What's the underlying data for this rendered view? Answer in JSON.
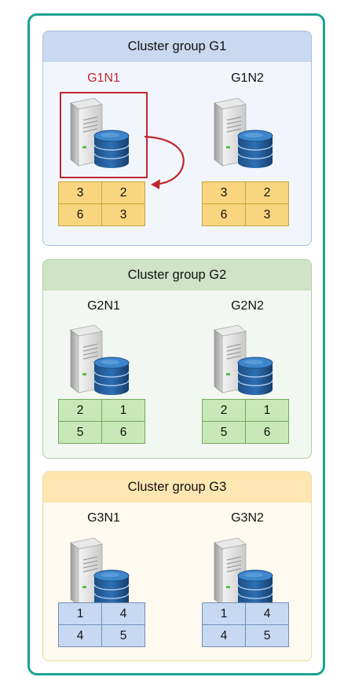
{
  "groups": [
    {
      "title": "Cluster group G1",
      "colors": {
        "header": "#c9d9ef",
        "body": "#f2f6fc",
        "border": "#a7bfe0",
        "cell": "#f8d57e",
        "cell_border": "#caa33c"
      },
      "nodes": [
        {
          "label": "G1N1",
          "label_color": "#c0272d",
          "selected": true,
          "grid": [
            [
              "3",
              "2"
            ],
            [
              "6",
              "3"
            ]
          ]
        },
        {
          "label": "G1N2",
          "label_color": "#111111",
          "selected": false,
          "grid": [
            [
              "3",
              "2"
            ],
            [
              "6",
              "3"
            ]
          ]
        }
      ]
    },
    {
      "title": "Cluster group G2",
      "colors": {
        "header": "#cfe3c6",
        "body": "#f3f7f1",
        "border": "#b2d0a5",
        "cell": "#c9e8b7",
        "cell_border": "#72a85c"
      },
      "nodes": [
        {
          "label": "G2N1",
          "label_color": "#111111",
          "selected": false,
          "grid": [
            [
              "2",
              "1"
            ],
            [
              "5",
              "6"
            ]
          ]
        },
        {
          "label": "G2N2",
          "label_color": "#111111",
          "selected": false,
          "grid": [
            [
              "2",
              "1"
            ],
            [
              "5",
              "6"
            ]
          ]
        }
      ]
    },
    {
      "title": "Cluster group G3",
      "colors": {
        "header": "#fde6b2",
        "body": "#fffaf0",
        "border": "#f3d99a",
        "cell": "#c7d9f2",
        "cell_border": "#6f8fb8"
      },
      "nodes": [
        {
          "label": "G3N1",
          "label_color": "#111111",
          "selected": false,
          "grid": [
            [
              "1",
              "4"
            ],
            [
              "4",
              "5"
            ]
          ]
        },
        {
          "label": "G3N2",
          "label_color": "#111111",
          "selected": false,
          "grid": [
            [
              "1",
              "4"
            ],
            [
              "4",
              "5"
            ]
          ]
        }
      ]
    }
  ],
  "accent": "#1aa396",
  "highlight": "#c0272d",
  "icons": {
    "server": "server-icon",
    "database": "database-icon",
    "arrow": "arrow-icon"
  }
}
